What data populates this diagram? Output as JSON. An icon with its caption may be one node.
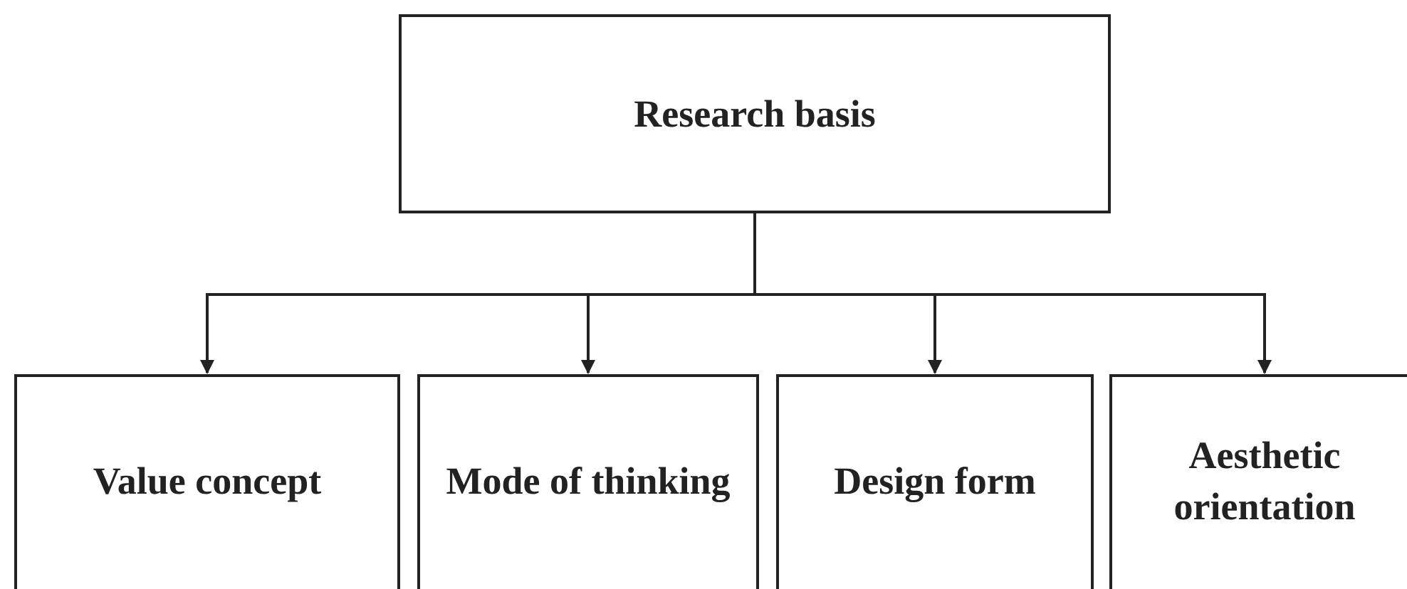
{
  "diagram": {
    "nodes": [
      {
        "text": [
          "Research basis"
        ]
      },
      {
        "text": [
          "Value concept"
        ]
      },
      {
        "text": [
          "Mode of thinking"
        ]
      },
      {
        "text": [
          "Design form"
        ]
      },
      {
        "text": [
          "Aesthetic orientation"
        ]
      }
    ],
    "edges": [
      {
        "from": 0,
        "to": 1,
        "arrow": "to"
      },
      {
        "from": 0,
        "to": 2,
        "arrow": "to"
      },
      {
        "from": 0,
        "to": 3,
        "arrow": "to"
      },
      {
        "from": 0,
        "to": 4,
        "arrow": "to"
      }
    ]
  }
}
